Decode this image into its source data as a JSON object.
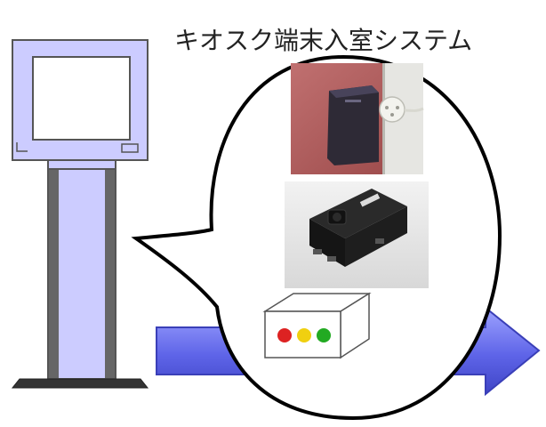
{
  "title": "キオスク端末入室システム",
  "colors": {
    "kiosk_fill": "#ccccff",
    "kiosk_dark": "#555555",
    "arrow_fill": "#6a70ee",
    "arrow_stroke": "#3a3fb8",
    "bubble_stroke": "#000000",
    "led_red": "#dd2222",
    "led_yellow": "#f0d010",
    "led_green": "#22aa22"
  },
  "icons": [
    "kiosk-terminal-icon",
    "speech-bubble",
    "card-reader-photo",
    "control-box-photo",
    "signal-light-box-icon",
    "right-arrow-icon"
  ]
}
